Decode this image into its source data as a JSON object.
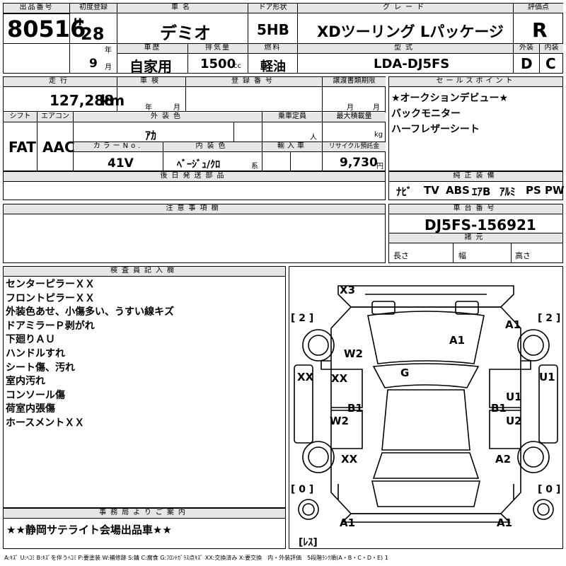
{
  "labels": {
    "lot_no": "出品番号",
    "first_reg": "初度登録",
    "car_name": "車名",
    "door_type": "ドア形状",
    "grade": "グレード",
    "score": "評価点",
    "history": "車歴",
    "displacement": "排気量",
    "fuel": "燃料",
    "model": "型式",
    "exterior": "外装",
    "interior": "内装",
    "mileage": "走行",
    "inspection": "車検",
    "reg_no": "登録番号",
    "transfer_deadline": "譲渡書類期限",
    "selling_points": "セールスポイント",
    "shift": "シフト",
    "aircon": "エアコン",
    "ext_color": "外装色",
    "capacity": "乗車定員",
    "max_load": "最大積載量",
    "color_no": "カラーNo.",
    "int_color": "内装色",
    "import": "輸入車",
    "recycle": "リサイクル預託金",
    "later_parts": "後日発送部品",
    "genuine_equip": "純正装備",
    "notes": "注意事項欄",
    "chassis_no": "車台番号",
    "dimensions": "諸元",
    "inspector": "検査員記入欄",
    "office_info": "事務局よりご案内",
    "unit_year": "年",
    "unit_month": "月",
    "unit_cc": "cc",
    "unit_km": "km",
    "unit_person": "人",
    "unit_kg": "kg",
    "unit_yen": "円",
    "unit_kei": "系",
    "length": "長さ",
    "width": "幅",
    "height": "高さ"
  },
  "vehicle": {
    "lot_number": "80516",
    "era": "H",
    "reg_year": "28",
    "reg_month": "9",
    "name": "デミオ",
    "door_type": "5HB",
    "grade": "XDツーリング Lパッケージ",
    "score": "R",
    "history": "自家用",
    "displacement": "1500",
    "fuel": "軽油",
    "model_code": "LDA-DJ5FS",
    "exterior_grade": "D",
    "interior_grade": "C",
    "mileage": "127,288",
    "shift": "FAT",
    "aircon": "AAC",
    "ext_color": "ｱｶ",
    "color_no": "41V",
    "int_color": "ﾍﾞｰｼﾞｭ/ｸﾛ",
    "recycle_fee": "9,730",
    "chassis_no": "DJ5FS-156921"
  },
  "selling_points": [
    "★オークションデビュー★",
    "バックモニター",
    "ハーフレザーシート"
  ],
  "equipment": [
    "ﾅﾋﾞ",
    "TV",
    "ABS",
    "ｴｱB",
    "ｱﾙﾐ",
    "PS",
    "PW"
  ],
  "inspector_notes": [
    "センターピラーＸＸ",
    "フロントピラーＸＸ",
    "外装色あせ、小傷多い、うすい線キズ",
    "ドアミラーＰ剥がれ",
    "下廻りＡＵ",
    "ハンドルすれ",
    "シート傷、汚れ",
    "室内汚れ",
    "コンソール傷",
    "荷室内張傷",
    "ホースメントＸＸ"
  ],
  "office_note": "★★静岡サテライト会場出品車★★",
  "diagram": {
    "marks": {
      "x3": "X3",
      "a1_top_right": "A1",
      "a1_hood": "A1",
      "w2_left_front": "W2",
      "g_windshield": "G",
      "xx_left_edge": "XX",
      "xx_left_door1": "XX",
      "u1_right_edge": "U1",
      "u1_right_door1": "U1",
      "b1_left": "B1",
      "b1_right": "B1",
      "w2_left_door2": "W2",
      "u2_right_door2": "U2",
      "xx_left_rear": "XX",
      "a2_right_rear": "A2",
      "a1_bottom_left": "A1",
      "a1_bottom_right": "A1"
    },
    "tire_labels": {
      "front_left": "[ 2 ]",
      "front_right": "[ 2 ]",
      "rear_left": "[ 0 ]",
      "rear_right": "[ 0 ]",
      "spare": "[ﾚｽ]"
    }
  },
  "legend": "A:ｷｽﾞ U:ﾍｺﾐ B:ｷｽﾞを伴うﾍｺﾐ P:要塗装 W:補修跡 S:錆 C:腐食 G:ﾌﾛﾝﾄｶﾞﾗｽ点ｷｽﾞ XX:交換済み X:要交換　内・外装評価　5段階ﾗﾝｸ順(A・B・C・D・E) 1"
}
